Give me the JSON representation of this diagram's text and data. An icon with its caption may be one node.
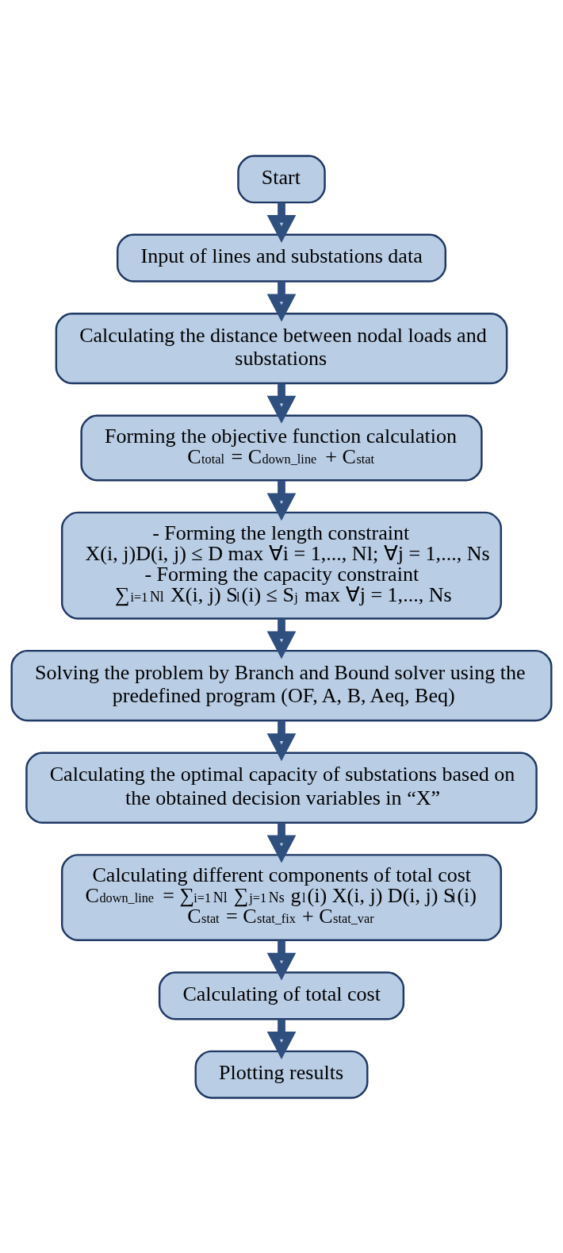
{
  "diagram": {
    "nodes": [
      {
        "text": [
          "Start"
        ]
      },
      {
        "text": [
          "Input of lines and substations data"
        ]
      },
      {
        "text": [
          "Calculating the distance between nodal loads and substations"
        ]
      },
      {
        "text": [
          "Forming the objective function calculation",
          "C$_{total}$ = C$_{down_line}$ + C$_{stat}$"
        ]
      },
      {
        "text": [
          "- Forming the length constraint",
          "X(i, j)D(i, j) ≤ D max ∀i = 1,..., Nl; ∀j = 1,..., Ns",
          "- Forming the capacity constraint",
          "∑$_{i=1}$$^{Nl}$ X(i, j) S$_{l}$(i) ≤ S$_{j}$ max ∀j = 1,..., Ns"
        ]
      },
      {
        "text": [
          "Solving the problem by Branch and Bound solver using the predefined program (OF, A, B, Aeq, Beq)"
        ]
      },
      {
        "text": [
          "Calculating the optimal capacity of substations based on the obtained decision variables in “X”"
        ]
      },
      {
        "text": [
          "Calculating different components of total cost",
          "C$_{down_line}$ = ∑$_{i=1}$$^{Nl}$ ∑$_{j=1}$$^{Ns}$ g$_{l}$(i) X(i, j) D(i, j) S$_{l}$(i)",
          "C$_{stat}$ = C$_{stat_fix}$ + C$_{stat_var}$"
        ]
      },
      {
        "text": [
          "Calculating of total cost"
        ]
      },
      {
        "text": [
          "Plotting results"
        ]
      }
    ],
    "edges": [
      {
        "from": 0,
        "to": 1,
        "arrow": "to"
      },
      {
        "from": 1,
        "to": 2,
        "arrow": "to"
      },
      {
        "from": 2,
        "to": 3,
        "arrow": "to"
      },
      {
        "from": 3,
        "to": 4,
        "arrow": "to"
      },
      {
        "from": 4,
        "to": 5,
        "arrow": "to"
      },
      {
        "from": 5,
        "to": 6,
        "arrow": "to"
      },
      {
        "from": 6,
        "to": 7,
        "arrow": "to"
      },
      {
        "from": 7,
        "to": 8,
        "arrow": "to"
      },
      {
        "from": 8,
        "to": 9,
        "arrow": "to"
      }
    ]
  }
}
